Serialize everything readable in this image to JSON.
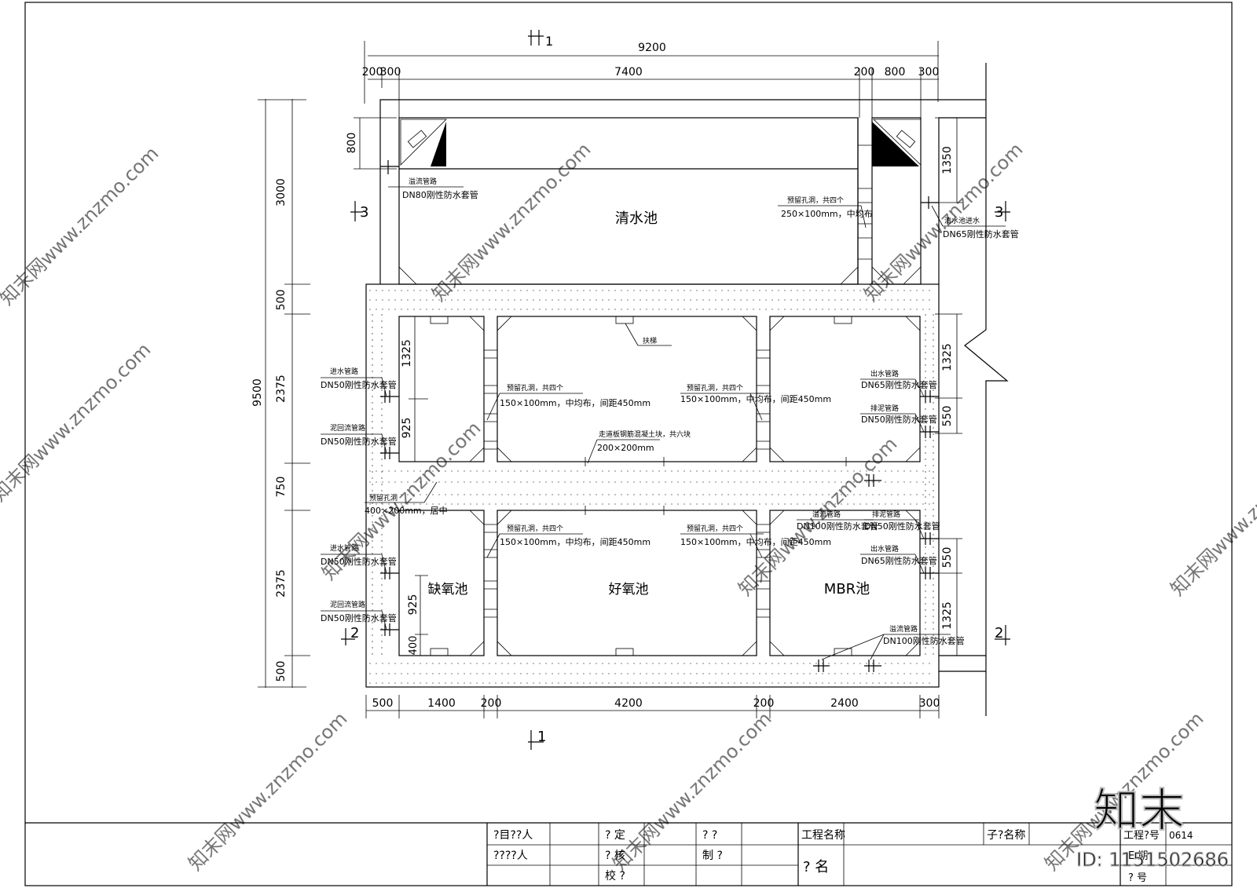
{
  "section_marks": {
    "top": "1",
    "bottom": "1",
    "left_upper": "3",
    "right_upper": "3",
    "left_lower": "2",
    "right_lower": "2"
  },
  "dims_top": {
    "overall": "9200",
    "segments": [
      "200",
      "300",
      "7400",
      "200",
      "800",
      "300"
    ]
  },
  "dims_bottom": [
    "500",
    "1400",
    "200",
    "4200",
    "200",
    "2400",
    "300"
  ],
  "dims_left": {
    "overall": "9500",
    "segments": [
      "3000",
      "500",
      "2375",
      "750",
      "2375",
      "500"
    ],
    "inner": [
      "800",
      "1325",
      "925",
      "925",
      "400"
    ]
  },
  "dims_right": [
    "1350",
    "1325",
    "550",
    "550",
    "1325"
  ],
  "rooms": {
    "clear_water": "清水池",
    "anoxic": "缺氧池",
    "aerobic": "好氧池",
    "mbr": "MBR池"
  },
  "notes": {
    "overflow_top_left": "溢流管路",
    "dn80": "DN80刚性防水套管",
    "reserved_hole_top": "预留孔洞，共四个",
    "reserved_hole_top_size": "250×100mm，中均布",
    "clear_inlet": "清水池进水",
    "dn65_top": "DN65刚性防水套管",
    "ladder": "扶梯",
    "hole_a_title": "预留孔洞，共四个",
    "hole_a_size": "150×100mm，中均布，间距450mm",
    "hole_b_title": "预留孔洞，共四个",
    "hole_b_size": "150×100mm，中均布，间距450mm",
    "walkway": "走道板钢筋混凝土块，共六块",
    "walkway_size": "200×200mm",
    "inlet_1": "进水管路",
    "dn50_1": "DN50刚性防水套管",
    "return_1": "泥回流管路",
    "dn50_2": "DN50刚性防水套管",
    "outlet_right_1": "出水管路",
    "dn65_r1": "DN65刚性防水套管",
    "sludge_right_1": "排泥管路",
    "dn50_r1": "DN50刚性防水套管",
    "hole_mid": "预留孔洞",
    "hole_mid_size": "400×200mm，居中",
    "hole_c_title": "预留孔洞，共四个",
    "hole_c_size": "150×100mm，中均布，间距450mm",
    "hole_d_title": "预留孔洞，共四个",
    "hole_d_size": "150×100mm，中均布，间距450mm",
    "overflow_r2": "溢流管路",
    "dn100_r2": "DN100刚性防水套管",
    "sludge_r2": "排泥管路",
    "dn50_r2": "DN50刚性防水套管",
    "outlet_r2": "出水管路",
    "dn65_r2": "DN65刚性防水套管",
    "inlet_2": "进水管路",
    "dn50_3": "DN50刚性防水套管",
    "return_2": "泥回流管路",
    "dn50_4": "DN50刚性防水套管",
    "overflow_r3": "溢流管路",
    "dn100_r3": "DN100刚性防水套管"
  },
  "title_block": {
    "c1r1": "?目??人",
    "c1r2": "????人",
    "c2r1": "? 定",
    "c2r2": "? 核",
    "c2r3": "校 ?",
    "c3r1": "? ?",
    "c3r2": "制 ?",
    "project_name": "工程名称",
    "sub_name": "子?名称",
    "sign": "? 名",
    "project_no": "工程?号",
    "project_no_val": "0614",
    "phase": "E  期",
    "drawing_no": "?  号"
  },
  "watermark": {
    "site": "知末网www.znzmo.com",
    "logo": "知末",
    "id": "ID: 1151502686"
  }
}
